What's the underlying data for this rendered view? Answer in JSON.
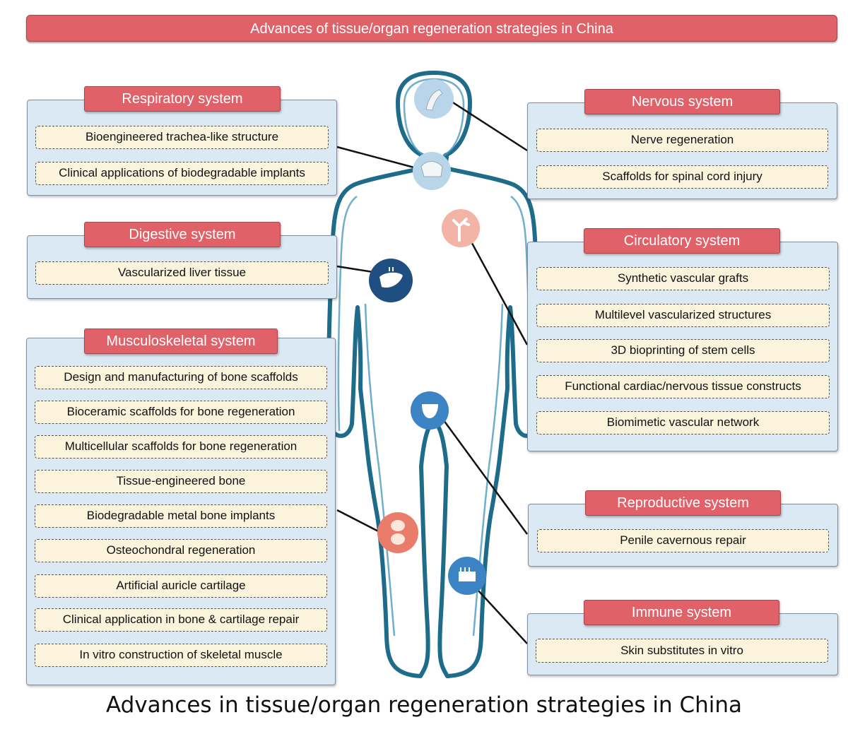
{
  "title": "Advances of tissue/organ regeneration strategies in China",
  "caption": "Advances in tissue/organ regeneration strategies in China",
  "systems": {
    "respiratory": {
      "name": "Respiratory system",
      "items": [
        "Bioengineered trachea-like structure",
        "Clinical applications of biodegradable implants"
      ]
    },
    "digestive": {
      "name": "Digestive system",
      "items": [
        "Vascularized liver tissue"
      ]
    },
    "musculoskeletal": {
      "name": "Musculoskeletal system",
      "items": [
        "Design and manufacturing of bone scaffolds",
        "Bioceramic scaffolds for bone regeneration",
        "Multicellular scaffolds for bone regeneration",
        "Tissue-engineered bone",
        "Biodegradable metal bone implants",
        "Osteochondral regeneration",
        "Artificial auricle cartilage",
        "Clinical application in bone & cartilage repair",
        "In vitro construction of skeletal muscle"
      ]
    },
    "nervous": {
      "name": "Nervous system",
      "items": [
        "Nerve regeneration",
        "Scaffolds for spinal cord injury"
      ]
    },
    "circulatory": {
      "name": "Circulatory system",
      "items": [
        "Synthetic vascular grafts",
        "Multilevel vascularized structures",
        "3D bioprinting of stem cells",
        "Functional cardiac/nervous tissue constructs",
        "Biomimetic vascular network"
      ]
    },
    "reproductive": {
      "name": "Reproductive system",
      "items": [
        "Penile cavernous repair"
      ]
    },
    "immune": {
      "name": "Immune system",
      "items": [
        "Skin substitutes in vitro"
      ]
    }
  },
  "icons": [
    "brain-icon",
    "trachea-icon",
    "vessel-icon",
    "liver-icon",
    "bladder-icon",
    "knee-joint-icon",
    "skin-icon"
  ],
  "colors": {
    "header": "#e06168",
    "panel": "#dbe9f5",
    "item": "#fbf3dc",
    "body_outline": "#1f6b8a",
    "liver_circle": "#1e4f80",
    "accent_circle": "#ea7c6c",
    "light_circle": "#b9d5ea"
  }
}
